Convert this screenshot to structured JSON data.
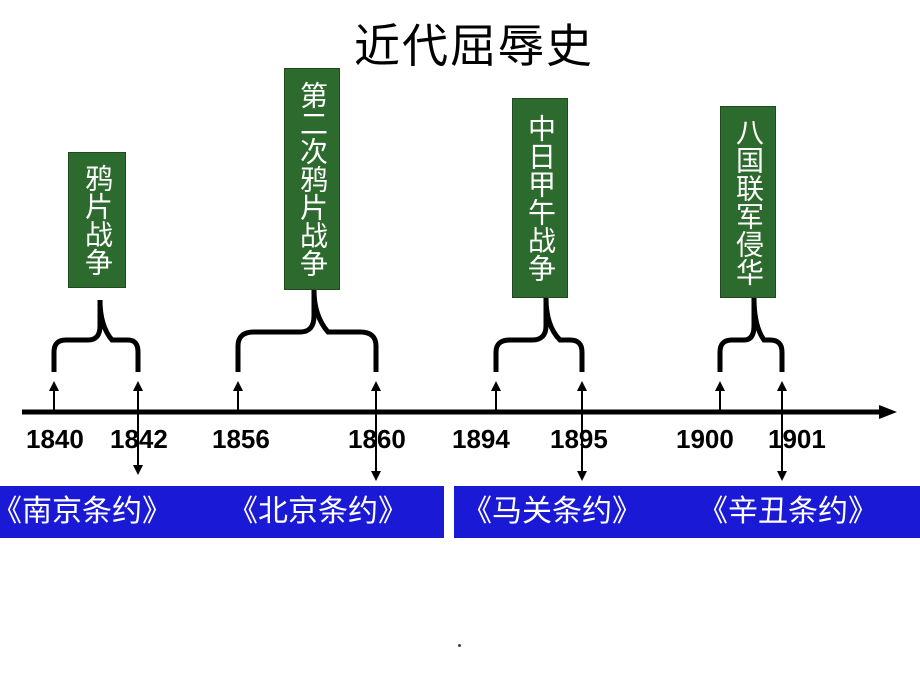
{
  "title": "近代屈辱史",
  "wars": [
    {
      "name": "鸦片战争"
    },
    {
      "name": "第二次鸦片战争"
    },
    {
      "name": "中日甲午战争"
    },
    {
      "name": "八国联军侵华"
    }
  ],
  "years": [
    "1840",
    "1842",
    "1856",
    "1860",
    "1894",
    "1895",
    "1900",
    "1901"
  ],
  "treaties": [
    "《南京条约》",
    "《北京条约》",
    "《马关条约》",
    "《辛丑条约》"
  ],
  "colors": {
    "war_box": "#2d6a2d",
    "treaty_band": "#1a1ad6"
  }
}
